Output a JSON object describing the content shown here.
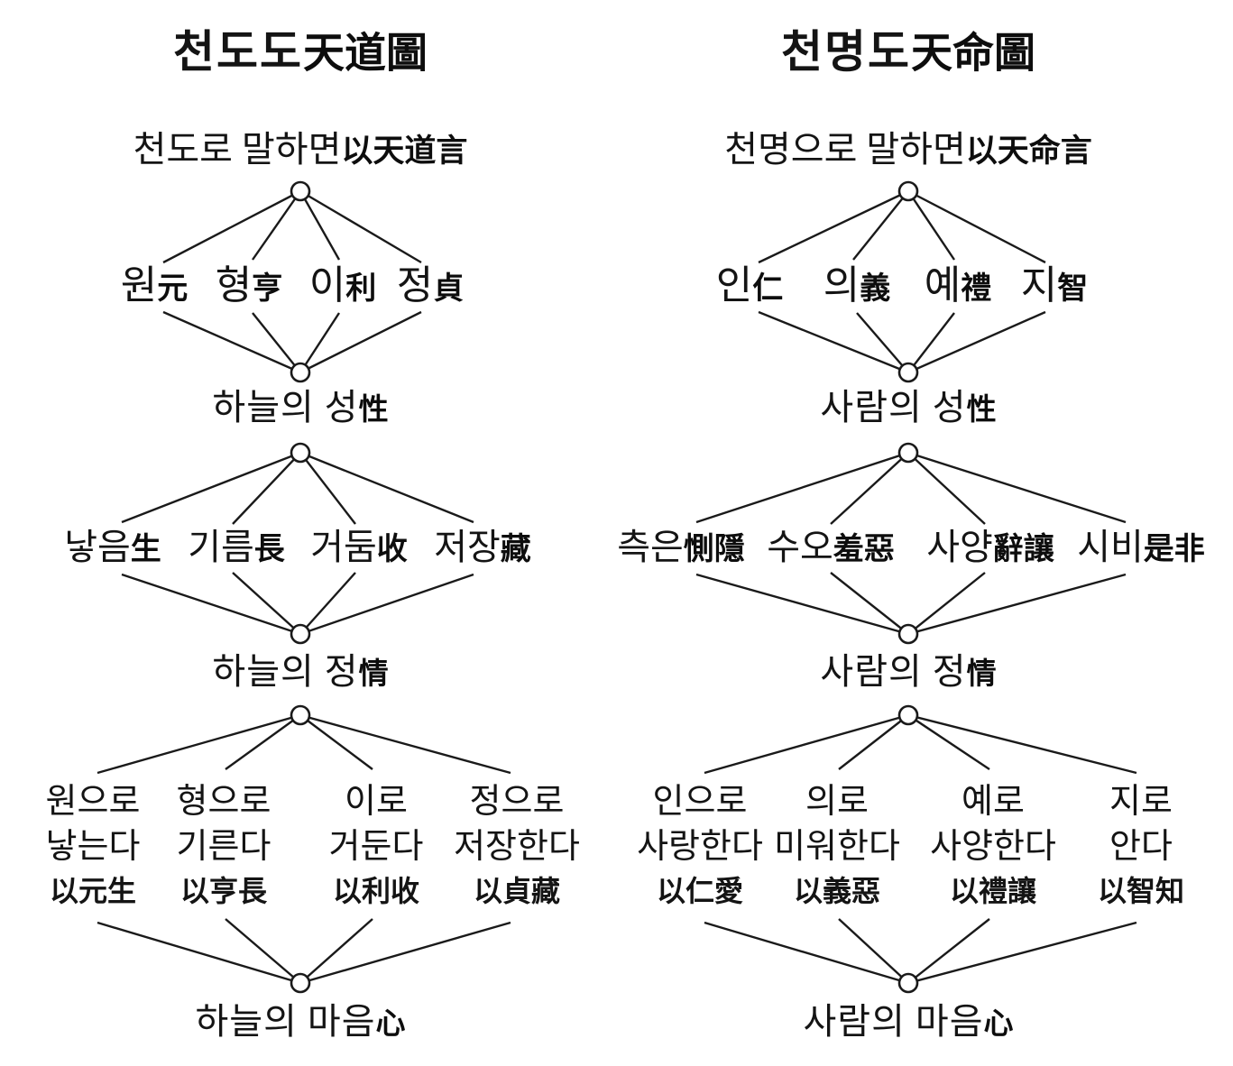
{
  "colors": {
    "ink": "#1a1a1a",
    "background": "#ffffff"
  },
  "diagrams": [
    {
      "title": {
        "ko": "천도도",
        "hanja": "天道圖"
      },
      "intro": {
        "ko": "천도로 말하면",
        "hanja": "以天道言"
      },
      "tiers": [
        {
          "terms": [
            {
              "ko": "원",
              "hanja": "元"
            },
            {
              "ko": "형",
              "hanja": "亨"
            },
            {
              "ko": "이",
              "hanja": "利"
            },
            {
              "ko": "정",
              "hanja": "貞"
            }
          ],
          "label": {
            "ko": "하늘의 성",
            "hanja": "性"
          }
        },
        {
          "terms": [
            {
              "ko": "낳음",
              "hanja": "生"
            },
            {
              "ko": "기름",
              "hanja": "長"
            },
            {
              "ko": "거둠",
              "hanja": "收"
            },
            {
              "ko": "저장",
              "hanja": "藏"
            }
          ],
          "label": {
            "ko": "하늘의 정",
            "hanja": "情"
          }
        },
        {
          "terms": [
            {
              "line1": "원으로",
              "line2": "낳는다",
              "hanja": "以元生"
            },
            {
              "line1": "형으로",
              "line2": "기른다",
              "hanja": "以亨長"
            },
            {
              "line1": "이로",
              "line2": "거둔다",
              "hanja": "以利收"
            },
            {
              "line1": "정으로",
              "line2": "저장한다",
              "hanja": "以貞藏"
            }
          ],
          "label": {
            "ko": "하늘의 마음",
            "hanja": "心"
          }
        }
      ]
    },
    {
      "title": {
        "ko": "천명도",
        "hanja": "天命圖"
      },
      "intro": {
        "ko": "천명으로 말하면",
        "hanja": "以天命言"
      },
      "tiers": [
        {
          "terms": [
            {
              "ko": "인",
              "hanja": "仁"
            },
            {
              "ko": "의",
              "hanja": "義"
            },
            {
              "ko": "예",
              "hanja": "禮"
            },
            {
              "ko": "지",
              "hanja": "智"
            }
          ],
          "label": {
            "ko": "사람의 성",
            "hanja": "性"
          }
        },
        {
          "terms": [
            {
              "ko": "측은",
              "hanja": "惻隱"
            },
            {
              "ko": "수오",
              "hanja": "羞惡"
            },
            {
              "ko": "사양",
              "hanja": "辭讓"
            },
            {
              "ko": "시비",
              "hanja": "是非"
            }
          ],
          "label": {
            "ko": "사람의 정",
            "hanja": "情"
          }
        },
        {
          "terms": [
            {
              "line1": "인으로",
              "line2": "사랑한다",
              "hanja": "以仁愛"
            },
            {
              "line1": "의로",
              "line2": "미워한다",
              "hanja": "以義惡"
            },
            {
              "line1": "예로",
              "line2": "사양한다",
              "hanja": "以禮讓"
            },
            {
              "line1": "지로",
              "line2": "안다",
              "hanja": "以智知"
            }
          ],
          "label": {
            "ko": "사람의 마음",
            "hanja": "心"
          }
        }
      ]
    }
  ]
}
